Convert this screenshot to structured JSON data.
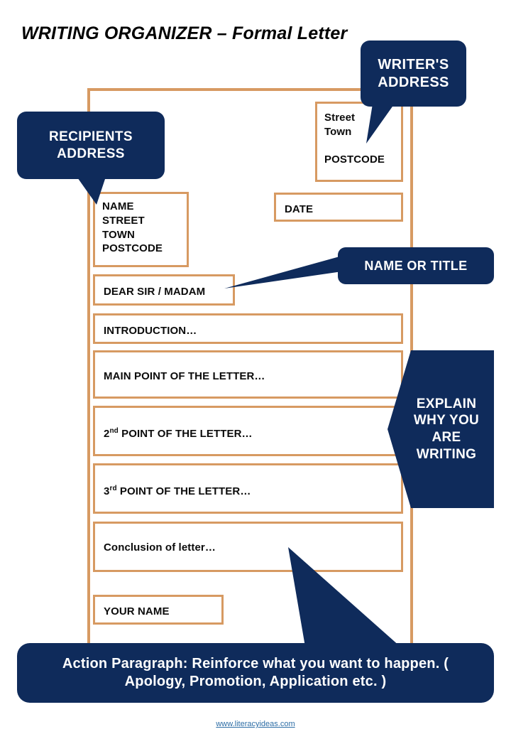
{
  "page": {
    "title": "WRITING ORGANIZER – Formal Letter",
    "footer_link": "www.literacyideas.com",
    "accent_orange": "#d79a62",
    "accent_navy": "#0f2b5b"
  },
  "callouts": {
    "writer_address": "WRITER'S\nADDRESS",
    "recipients_address": "RECIPIENTS\nADDRESS",
    "name_or_title": "NAME OR TITLE",
    "explain": "EXPLAIN\nWHY YOU\nARE\nWRITING",
    "action_paragraph": "Action Paragraph:  Reinforce what you want to happen.  ( Apology, Promotion, Application etc. )"
  },
  "letter": {
    "writer_address": "Street\nTown\n\nPOSTCODE",
    "recipient_address": "NAME\nSTREET\nTOWN\nPOSTCODE",
    "date": "DATE",
    "salutation": "DEAR SIR / MADAM",
    "introduction": "INTRODUCTION…",
    "main_point": "MAIN POINT OF THE LETTER…",
    "second_point_number": "2",
    "second_point_suffix": "nd",
    "second_point_rest": " POINT OF THE LETTER…",
    "third_point_number": "3",
    "third_point_suffix": "rd",
    "third_point_rest": " POINT OF THE LETTER…",
    "conclusion": "Conclusion of letter…",
    "your_name": "YOUR NAME"
  }
}
